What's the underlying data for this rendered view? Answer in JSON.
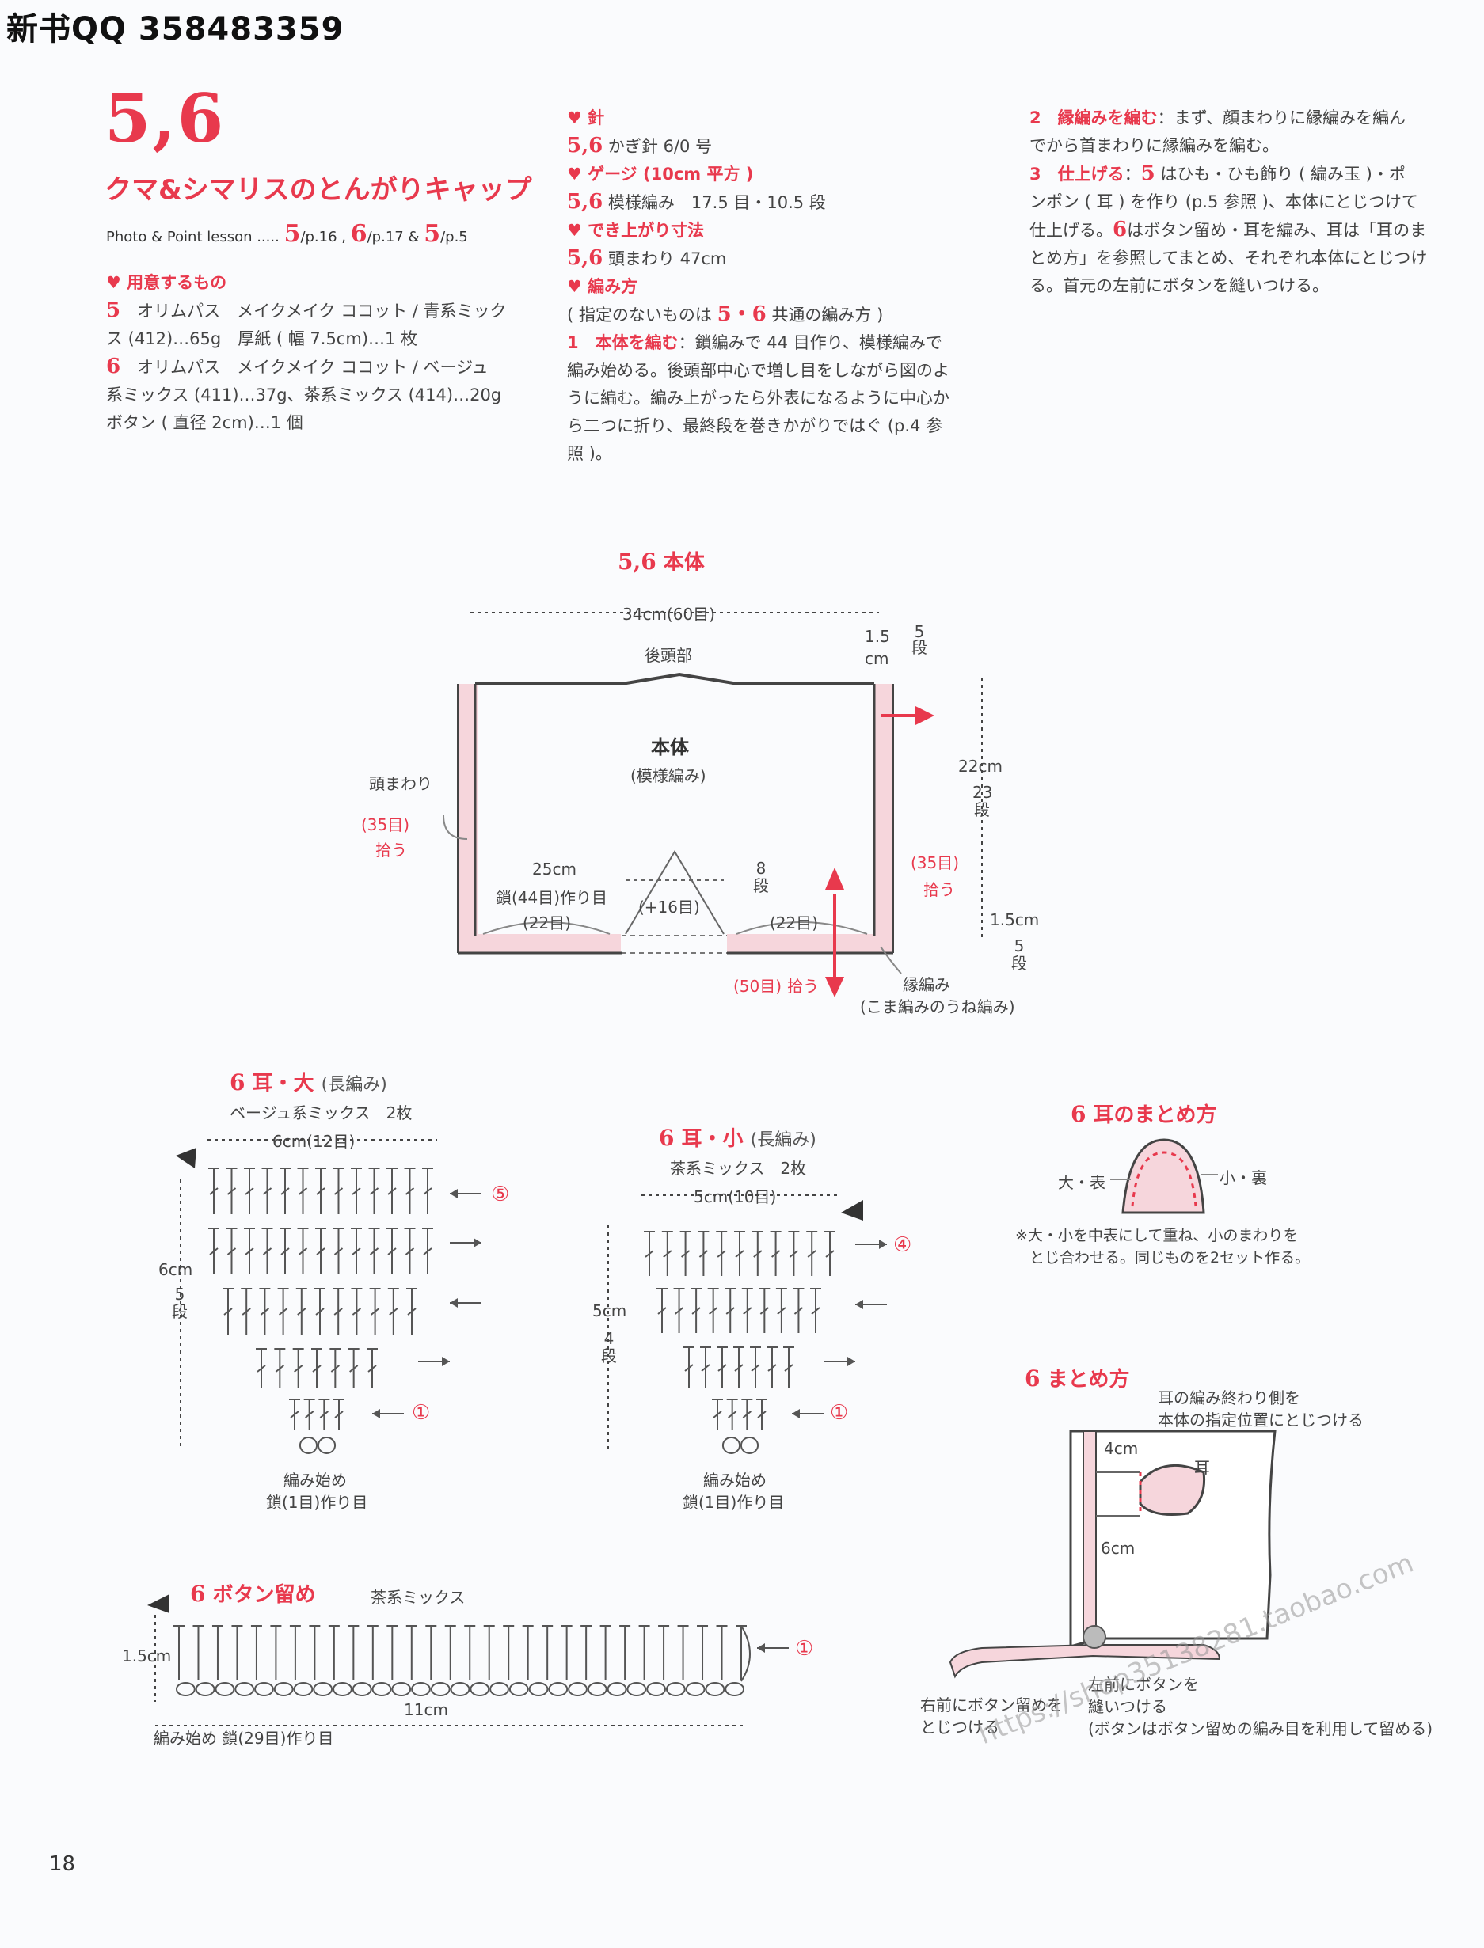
{
  "header": {
    "qq": "新书QQ 358483359"
  },
  "pattern": {
    "number": "5,6",
    "title": "クマ&シマリスのとんがりキャップ",
    "photo_lesson": "Photo & Point lesson .....",
    "photo_refs": [
      {
        "n": "5",
        "p": "/p.16 ,"
      },
      {
        "n": "6",
        "p": "/p.17 &"
      },
      {
        "n": "5",
        "p": "/p.5"
      }
    ]
  },
  "materials": {
    "heading": "♥ 用意するもの",
    "line5_n": "5",
    "line5a": "オリムパス　メイクメイク ココット / 青系ミック",
    "line5b": "ス (412)…65g　厚紙 ( 幅 7.5cm)…1 枚",
    "line6_n": "6",
    "line6a": "オリムパス　メイクメイク ココット / ベージュ",
    "line6b": "系ミックス (411)…37g、茶系ミックス (414)…20g",
    "line6c": "ボタン ( 直径 2cm)…1 個"
  },
  "specs": {
    "needle_h": "♥ 針",
    "needle_n": "5,6",
    "needle_v": "かぎ針 6/0 号",
    "gauge_h": "♥ ゲージ (10cm 平方 )",
    "gauge_n": "5,6",
    "gauge_v": "模様編み　17.5 目・10.5 段",
    "size_h": "♥ でき上がり寸法",
    "size_n": "5,6",
    "size_v": "頭まわり 47cm",
    "method_h": "♥ 編み方",
    "method_note_a": "( 指定のないものは",
    "method_note_n": "5・6",
    "method_note_b": "共通の編み方 )",
    "step1_n": "1",
    "step1_h": "本体を編む",
    "step1_a": "：鎖編みで 44 目作り、模様編みで",
    "step1_b": "編み始める。後頭部中心で増し目をしながら図のよ",
    "step1_c": "うに編む。編み上がったら外表になるように中心か",
    "step1_d": "ら二つに折り、最終段を巻きかがりではぐ (p.4 参",
    "step1_e": "照 )。"
  },
  "steps": {
    "step2_n": "2",
    "step2_h": "縁編みを編む",
    "step2_a": "：まず、顔まわりに縁編みを編ん",
    "step2_b": "でから首まわりに縁編みを編む。",
    "step3_n": "3",
    "step3_h": "仕上げる",
    "step3_n5": "5",
    "step3_a": "はひも・ひも飾り ( 編み玉 )・ポ",
    "step3_b": "ンポン ( 耳 ) を作り (p.5 参照 )、本体にとじつけて",
    "step3_c1": "仕上げる。",
    "step3_n6": "6",
    "step3_c2": "はボタン留め・耳を編み、耳は「耳のま",
    "step3_d": "とめ方」を参照してまとめ、それぞれ本体にとじつけ",
    "step3_e": "る。首元の左前にボタンを縫いつける。"
  },
  "body_diagram": {
    "title_n": "5,6",
    "title": "本体",
    "width": "34cm(60目)",
    "back_head": "後頭部",
    "edge_h": "1.5",
    "edge_cm": "cm",
    "edge_rows": "5段",
    "name": "本体",
    "pattern": "(模様編み)",
    "height": "22cm",
    "height_rows": "23段",
    "face": "頭まわり",
    "face_pick": "(35目)",
    "pick": "拾う",
    "right_pick": "(35目)",
    "right_pick2": "拾う",
    "chain_w": "25cm",
    "chain": "鎖(44目)作り目",
    "left22": "(22目)",
    "right22": "(22目)",
    "inc": "(+16目)",
    "inc_rows": "8段",
    "neck_edge": "1.5cm",
    "neck_rows": "5段",
    "bottom_pick": "(50目)",
    "bottom_pick2": "拾う",
    "edging": "縁編み",
    "edging_type": "(こま編みのうね編み)"
  },
  "ear_large": {
    "title_n": "6",
    "title": "耳・大",
    "stitch": "(長編み)",
    "yarn": "ベージュ系ミックス　2枚",
    "width": "6cm(12目)",
    "height": "6cm",
    "rows": "5段",
    "row5": "⑤",
    "row1": "①",
    "start1": "編み始め",
    "start2": "鎖(1目)作り目"
  },
  "ear_small": {
    "title_n": "6",
    "title": "耳・小",
    "stitch": "(長編み)",
    "yarn": "茶系ミックス　2枚",
    "width": "5cm(10目)",
    "height": "5cm",
    "rows": "4段",
    "row4": "④",
    "row1": "①",
    "start1": "編み始め",
    "start2": "鎖(1目)作り目"
  },
  "ear_assembly": {
    "title_n": "6",
    "title": "耳のまとめ方",
    "large": "大・表",
    "small": "小・裏",
    "note1": "※大・小を中表にして重ね、小のまわりを",
    "note2": "とじ合わせる。同じものを2セット作る。"
  },
  "assembly": {
    "title_n": "6",
    "title": "まとめ方",
    "note1": "耳の編み終わり側を",
    "note2": "本体の指定位置にとじつける",
    "d4": "4cm",
    "ear": "耳",
    "d6": "6cm",
    "right1": "右前にボタン留めを",
    "right2": "とじつける",
    "left1": "左前にボタンを",
    "left2": "縫いつける",
    "left3": "(ボタンはボタン留めの編み目を利用して留める)"
  },
  "button_loop": {
    "title_n": "6",
    "title": "ボタン留め",
    "yarn": "茶系ミックス",
    "height": "1.5cm",
    "row1": "①",
    "width": "11cm",
    "start": "編み始め 鎖(29目)作り目"
  },
  "footer": {
    "page": "18",
    "watermark": "https://shop35138281.taobao.com"
  },
  "colors": {
    "accent": "#e8394d",
    "pink_fill": "#f6d6dc",
    "line": "#555555"
  }
}
